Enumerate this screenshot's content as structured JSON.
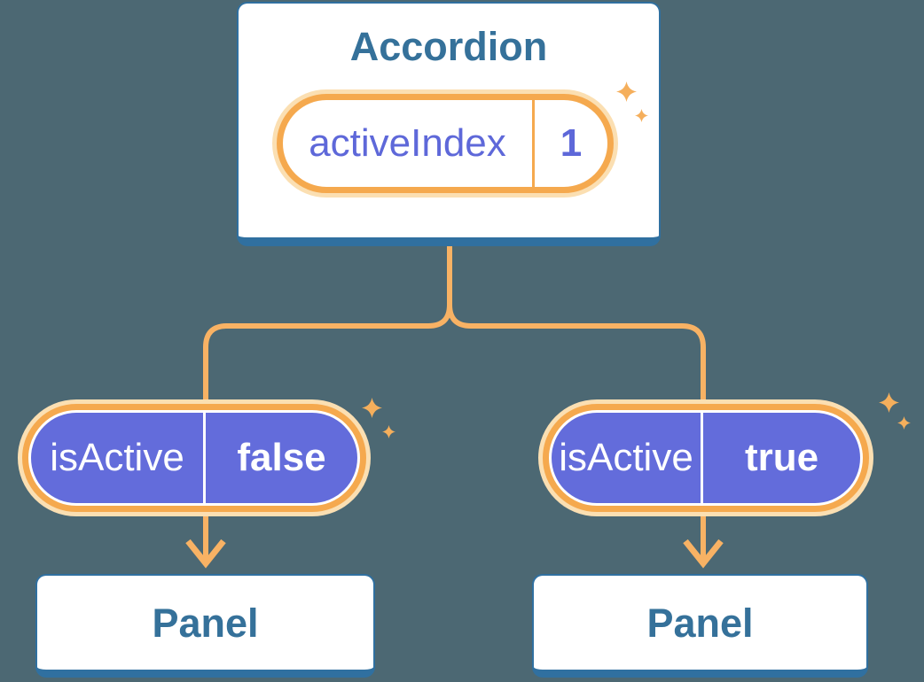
{
  "diagram": {
    "accordion": {
      "title": "Accordion",
      "state_pill": {
        "label": "activeIndex",
        "value": "1"
      }
    },
    "branches": [
      {
        "prop_pill": {
          "label": "isActive",
          "value": "false"
        },
        "panel_title": "Panel"
      },
      {
        "prop_pill": {
          "label": "isActive",
          "value": "true"
        },
        "panel_title": "Panel"
      }
    ],
    "icons": [
      "sparkle-icon"
    ],
    "colors": {
      "background": "#4C6873",
      "card_background": "#FFFFFF",
      "card_border": "#3070A0",
      "heading_text": "#35719A",
      "pill_purple_fill": "#636CDB",
      "pill_purple_text": "#5E68D9",
      "pill_text_on_purple": "#FFFFFF",
      "orange_ring": "#F5A94E",
      "orange_glow": "#FBDFB2",
      "connector_line": "#F8B264",
      "sparkle": "#F5AF5C"
    }
  }
}
